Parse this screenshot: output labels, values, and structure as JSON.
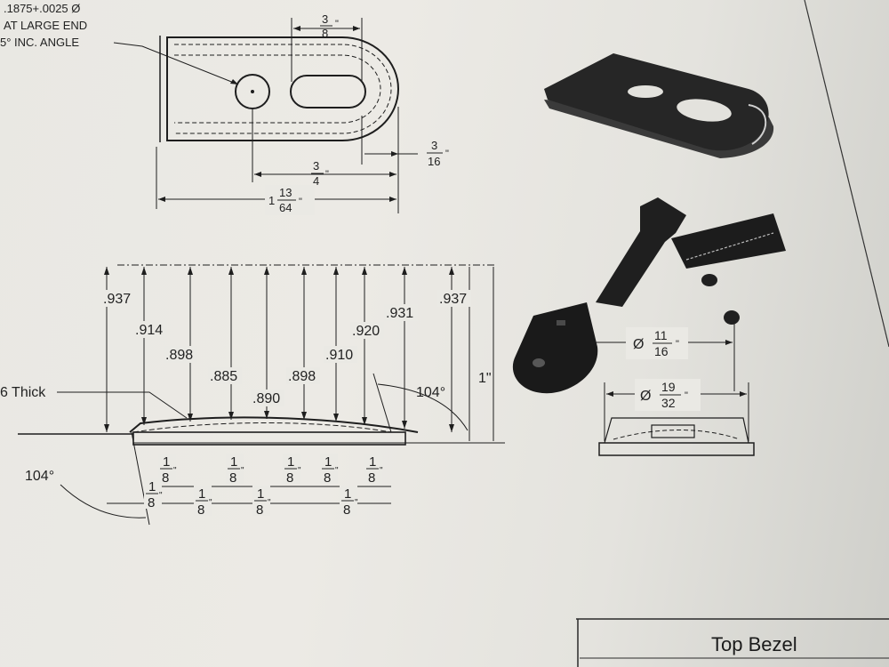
{
  "note": {
    "line1": ".1875+.0025 Ø",
    "line2": "AT LARGE END",
    "line3": "5° INC. ANGLE"
  },
  "top_view": {
    "slot_offset": {
      "num": "3",
      "den": "8",
      "unit": "\""
    },
    "edge": {
      "num": "3",
      "den": "16",
      "unit": "\""
    },
    "hole_offset": {
      "num": "3",
      "den": "4",
      "unit": "\""
    },
    "length": {
      "whole": "1",
      "num": "13",
      "den": "64",
      "unit": "\""
    }
  },
  "side_view": {
    "thick_label": "6 Thick",
    "heights": [
      ".937",
      ".914",
      ".898",
      ".885",
      ".890",
      ".898",
      ".910",
      ".920",
      ".931",
      ".937"
    ],
    "overall": "1\"",
    "angle_right": "104°",
    "angle_left": "104°",
    "spacing": {
      "num": "1",
      "den": "8",
      "unit": "\""
    }
  },
  "bezel_view": {
    "outer": {
      "sym": "Ø",
      "num": "11",
      "den": "16",
      "unit": "\""
    },
    "inner": {
      "sym": "Ø",
      "num": "19",
      "den": "32",
      "unit": "\""
    }
  },
  "title_block": {
    "name": "Top Bezel"
  }
}
